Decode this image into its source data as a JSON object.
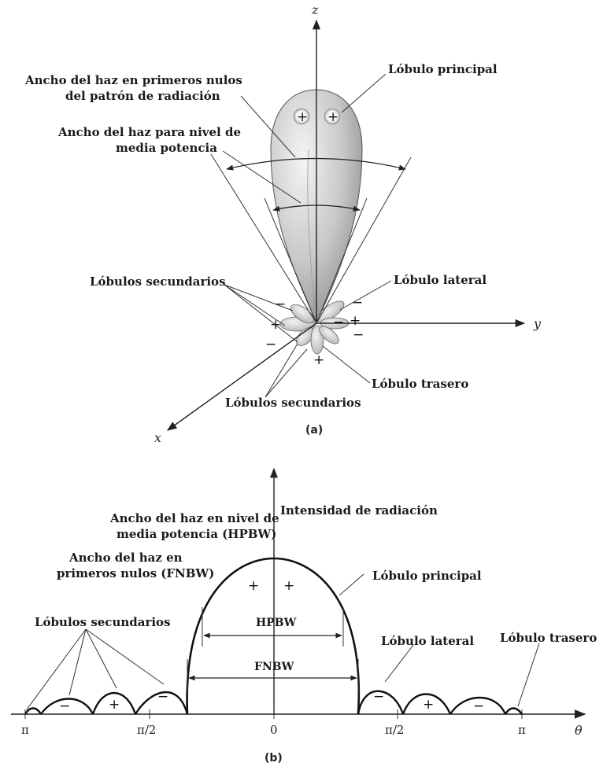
{
  "panel_a": {
    "axis_z": "z",
    "axis_y": "y",
    "axis_x": "x",
    "label_fnbw_1": "Ancho del haz en primeros nulos",
    "label_fnbw_2": "del patrón de radiación",
    "label_hpbw_1": "Ancho del haz para nivel de",
    "label_hpbw_2": "media potencia",
    "label_main_lobe": "Lóbulo principal",
    "label_minor_lobes_top": "Lóbulos secundarios",
    "label_side_lobe": "Lóbulo lateral",
    "label_back_lobe": "Lóbulo trasero",
    "label_minor_lobes_bottom": "Lóbulos secundarios",
    "caption": "(a)",
    "plus": "+",
    "minus": "−"
  },
  "panel_b": {
    "axis_label": "Intensidad de radiación",
    "axis_theta": "θ",
    "label_hpbw_1": "Ancho del haz en nivel de",
    "label_hpbw_2": "media potencia (HPBW)",
    "label_fnbw_1": "Ancho del haz en",
    "label_fnbw_2": "primeros nulos (FNBW)",
    "label_main_lobe": "Lóbulo principal",
    "label_minor_lobes": "Lóbulos secundarios",
    "label_side_lobe": "Lóbulo lateral",
    "label_back_lobe": "Lóbulo trasero",
    "hpbw": "HPBW",
    "fnbw": "FNBW",
    "ticks": [
      "π",
      "π/2",
      "0",
      "π/2",
      "π"
    ],
    "caption": "(b)",
    "plus": "+",
    "minus": "−"
  }
}
